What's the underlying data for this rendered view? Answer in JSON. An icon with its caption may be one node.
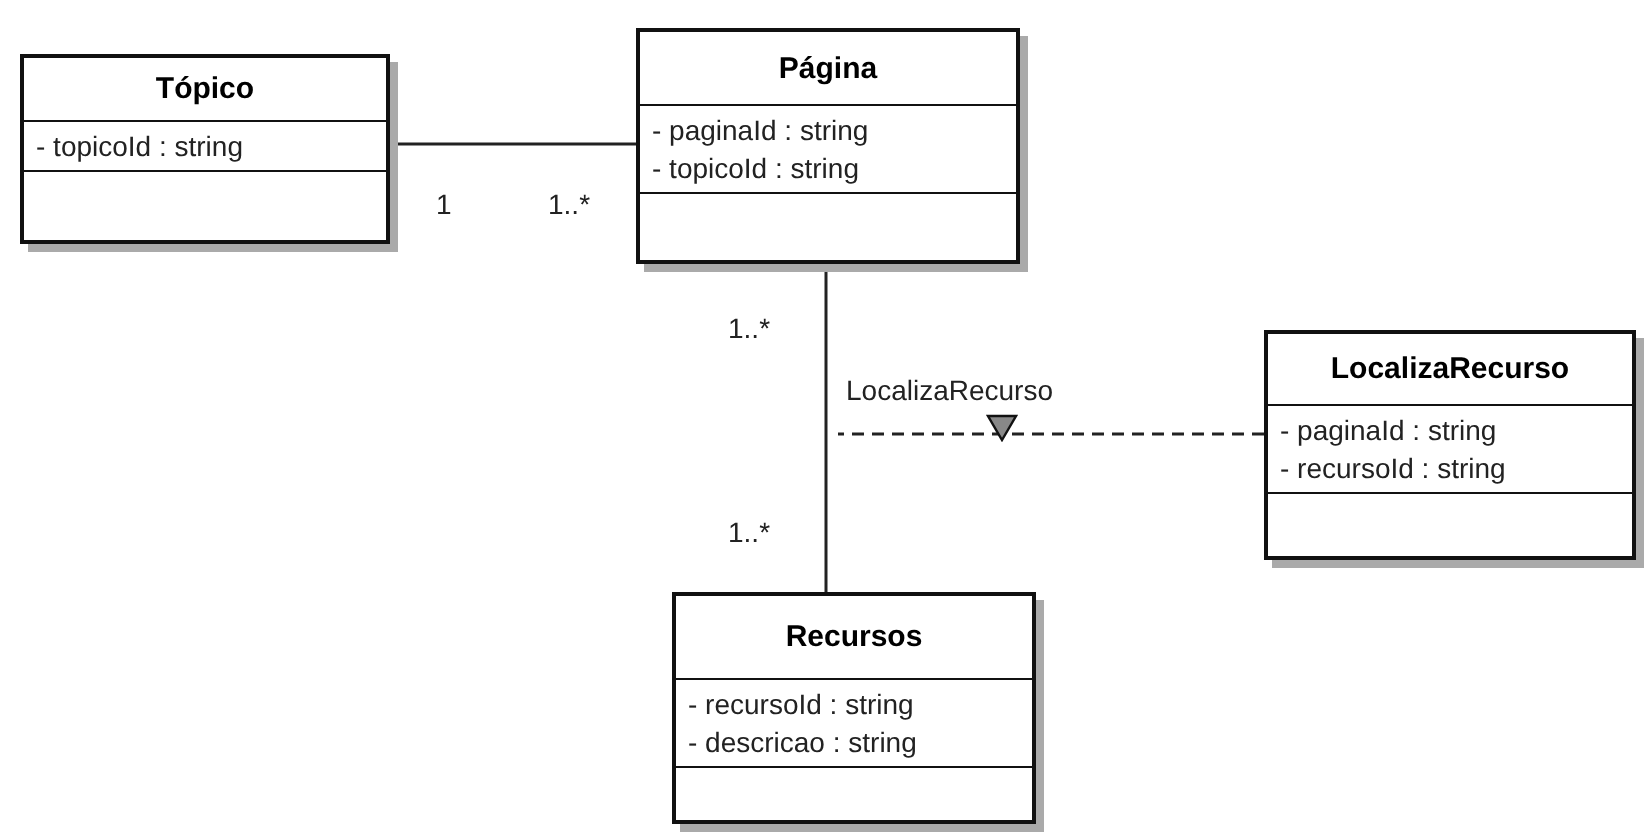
{
  "diagram": {
    "nodes": [
      {
        "text": [
          "Tópico",
          "- topicoId : string"
        ]
      },
      {
        "text": [
          "Página",
          "- paginaId : string",
          "- topicoId : string"
        ]
      },
      {
        "text": [
          "LocalizaRecurso",
          "- paginaId : string",
          "- recursoId : string"
        ]
      },
      {
        "text": [
          "Recursos",
          "- recursoId : string",
          "- descricao : string"
        ]
      }
    ],
    "edges": [
      {
        "from": 0,
        "to": 1,
        "arrow": "none"
      },
      {
        "from": 1,
        "to": 3,
        "arrow": "none",
        "label": "LocalizaRecurso"
      },
      {
        "from": 2,
        "to": null,
        "arrow": "none",
        "style": "dashed"
      }
    ],
    "labels": [
      "1",
      "1..*",
      "1..*",
      "1..*"
    ]
  }
}
